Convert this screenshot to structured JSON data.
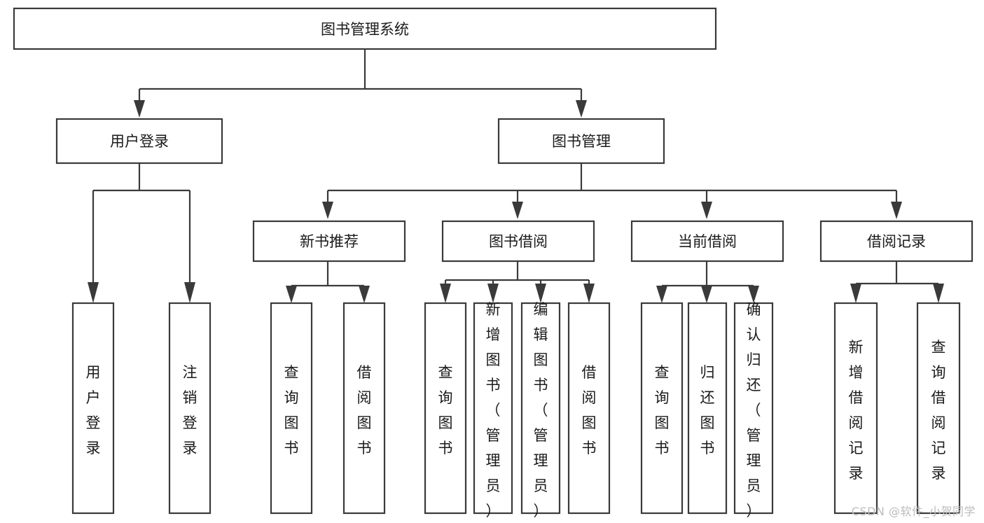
{
  "diagram": {
    "type": "tree-hierarchy",
    "title": "图书管理系统",
    "orientation": "top-down",
    "colors": {
      "stroke": "#3a3a3a",
      "fill": "#ffffff",
      "text": "#1a1a1a",
      "watermark": "#bcbcbc",
      "background": "#ffffff"
    },
    "root": {
      "label": "图书管理系统"
    },
    "level2": [
      {
        "label": "用户登录"
      },
      {
        "label": "图书管理"
      }
    ],
    "level3": [
      {
        "label": "新书推荐"
      },
      {
        "label": "图书借阅"
      },
      {
        "label": "当前借阅"
      },
      {
        "label": "借阅记录"
      }
    ],
    "leaves": {
      "user_login": [
        {
          "label": "用户登录"
        },
        {
          "label": "注销登录"
        }
      ],
      "new_book_recommend": [
        {
          "label": "查询图书"
        },
        {
          "label": "借阅图书"
        }
      ],
      "book_borrow": [
        {
          "label": "查询图书"
        },
        {
          "label": "新增图书（管理员）"
        },
        {
          "label": "编辑图书（管理员）"
        },
        {
          "label": "借阅图书"
        }
      ],
      "current_borrow": [
        {
          "label": "查询图书"
        },
        {
          "label": "归还图书"
        },
        {
          "label": "确认归还（管理员）"
        }
      ],
      "borrow_record": [
        {
          "label": "新增借阅记录"
        },
        {
          "label": "查询借阅记录"
        }
      ]
    }
  },
  "watermark": {
    "text": "CSDN @软件_小贺同学"
  }
}
